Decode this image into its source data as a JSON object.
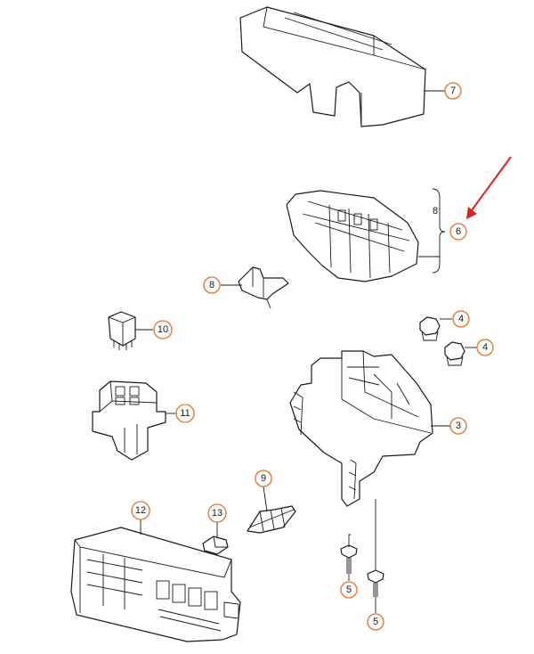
{
  "callouts": {
    "c7": "7",
    "c6": "6",
    "c8a": "8",
    "c8b": "8",
    "c10": "10",
    "c4a": "4",
    "c4b": "4",
    "c11": "11",
    "c3": "3",
    "c9": "9",
    "c13": "13",
    "c12": "12",
    "c5a": "5",
    "c5b": "5"
  },
  "colors": {
    "callout_ring": "#e8702a",
    "highlight_arrow": "#e02020",
    "line": "#1a1a1a"
  },
  "highlighted_callout": "6"
}
